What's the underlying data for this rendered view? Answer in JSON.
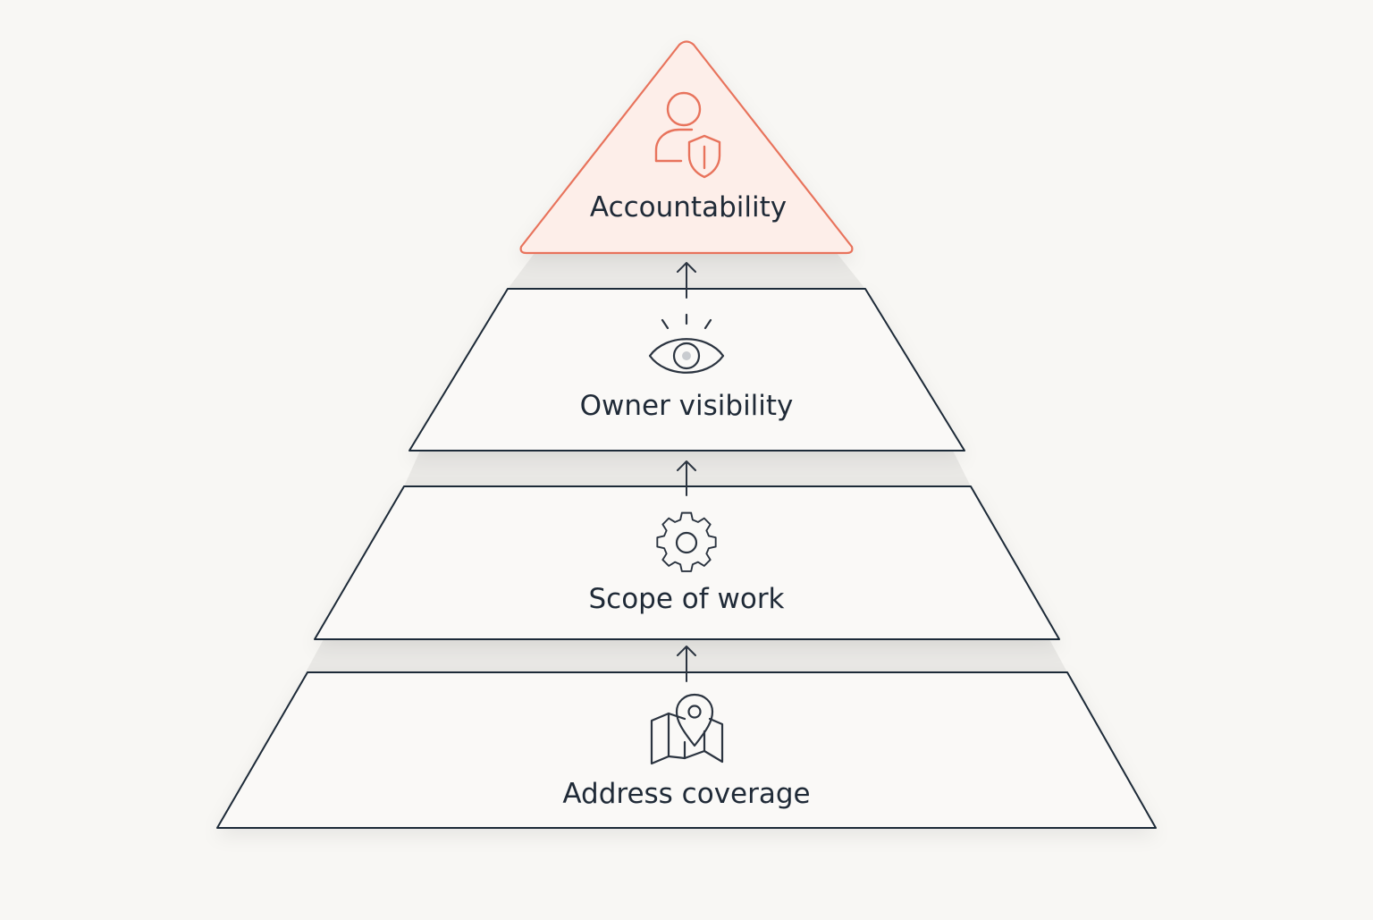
{
  "diagram": {
    "type": "pyramid",
    "tiers": [
      {
        "label": "Accountability",
        "icon": "person-shield-icon",
        "highlighted": true
      },
      {
        "label": "Owner visibility",
        "icon": "eye-icon",
        "highlighted": false
      },
      {
        "label": "Scope of work",
        "icon": "gear-icon",
        "highlighted": false
      },
      {
        "label": "Address coverage",
        "icon": "map-pin-icon",
        "highlighted": false
      }
    ],
    "flow_direction": "bottom-to-top",
    "colors": {
      "accent": "#e8735c",
      "accent_fill": "#fdeee9",
      "outline": "#1f2a37",
      "background": "#f8f7f4"
    }
  }
}
